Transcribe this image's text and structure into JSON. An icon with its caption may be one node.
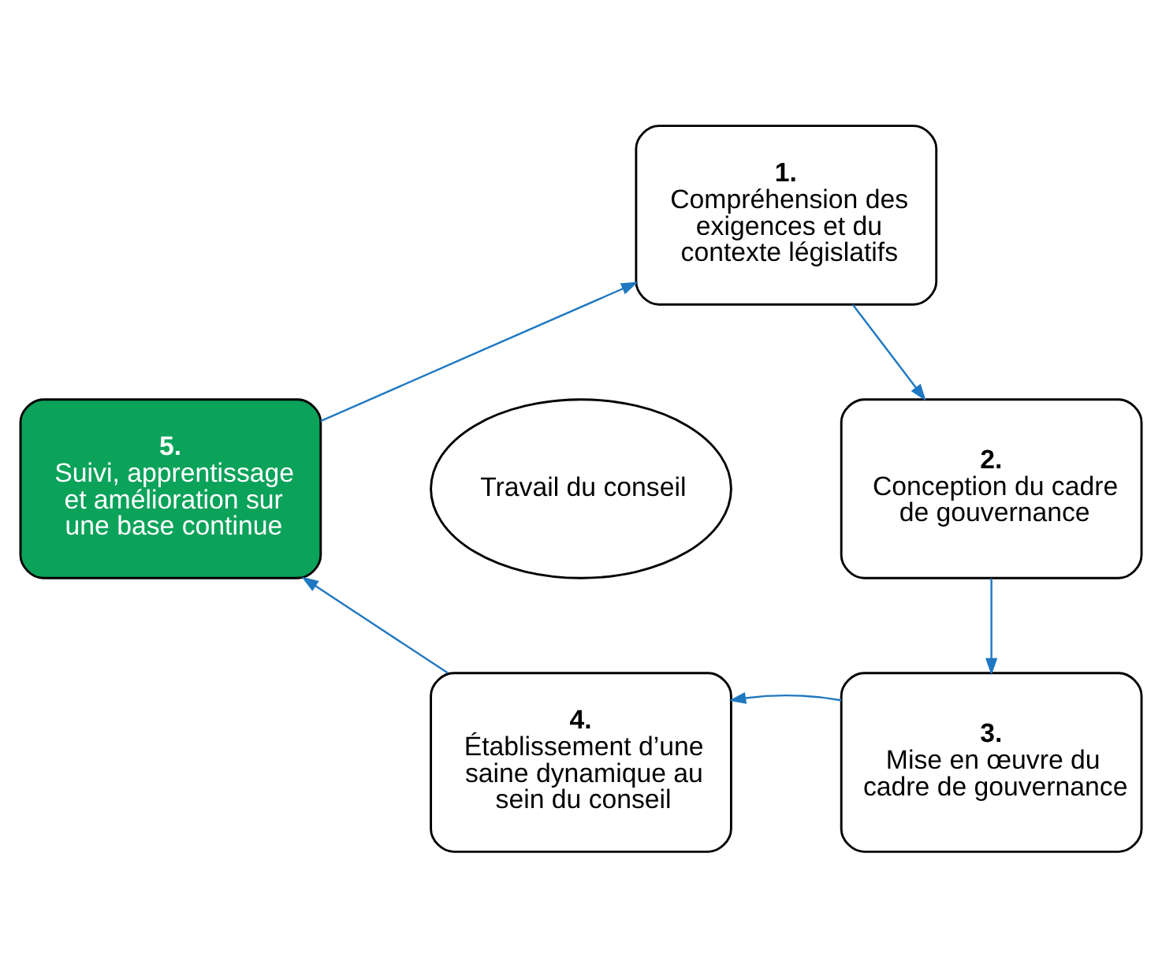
{
  "diagram": {
    "nodes": [
      {
        "text": [
          "1.",
          "Compréhension des exigences et du contexte législatifs"
        ]
      },
      {
        "text": [
          "2.",
          "Conception du cadre de gouvernance"
        ]
      },
      {
        "text": [
          "3.",
          "Mise en œuvre du cadre de gouvernance"
        ]
      },
      {
        "text": [
          "4.",
          "Établissement d’une saine dynamique au sein du conseil"
        ]
      },
      {
        "text": [
          "5.",
          "Suivi, apprentissage et amélioration sur une base continue"
        ]
      },
      {
        "text": [
          "Travail du conseil"
        ]
      }
    ],
    "edges": [
      {
        "from": 0,
        "to": 1,
        "arrow": "to"
      },
      {
        "from": 1,
        "to": 2,
        "arrow": "to"
      },
      {
        "from": 2,
        "to": 3,
        "arrow": "to"
      },
      {
        "from": 3,
        "to": 4,
        "arrow": "to"
      },
      {
        "from": 4,
        "to": 0,
        "arrow": "to"
      }
    ]
  }
}
